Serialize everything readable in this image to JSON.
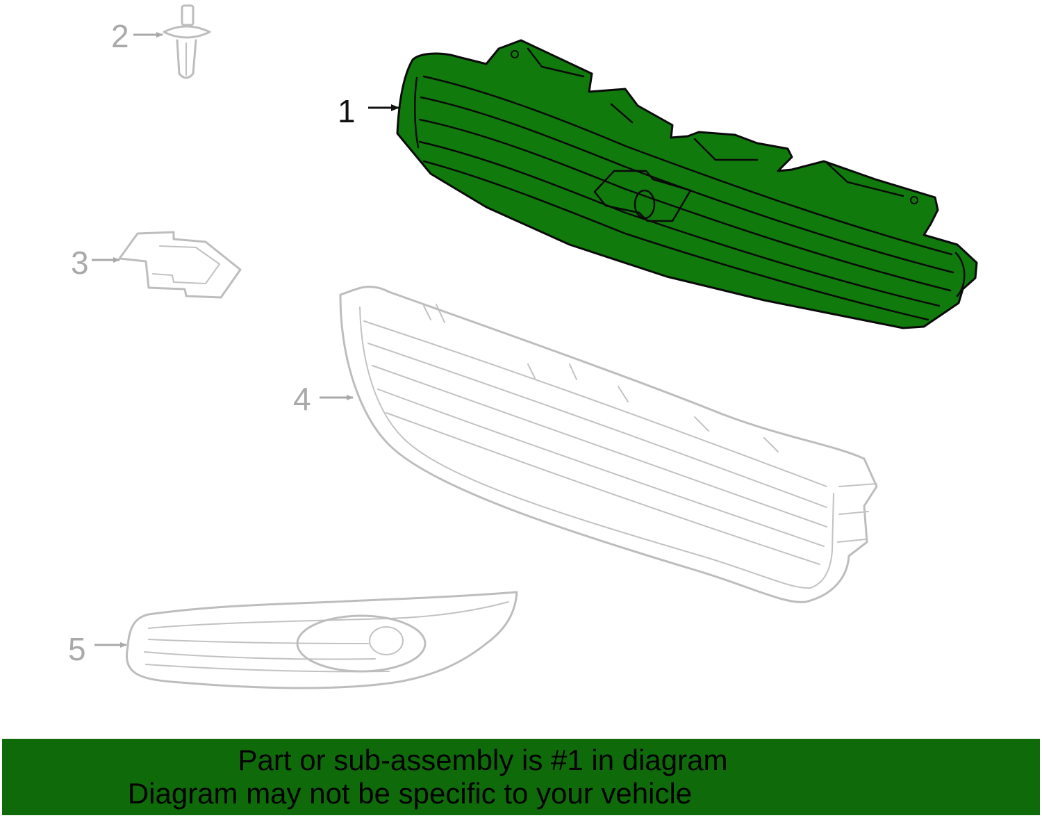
{
  "diagram": {
    "highlight_color": "#117a0c",
    "callouts": [
      {
        "id": "1",
        "label": "1",
        "highlighted": true
      },
      {
        "id": "2",
        "label": "2",
        "highlighted": false
      },
      {
        "id": "3",
        "label": "3",
        "highlighted": false
      },
      {
        "id": "4",
        "label": "4",
        "highlighted": false
      },
      {
        "id": "5",
        "label": "5",
        "highlighted": false
      }
    ]
  },
  "banner": {
    "background_color": "#0f6b0a",
    "line1": "Part or sub-assembly is #1 in diagram",
    "line2": "Diagram may not be specific to your vehicle"
  }
}
